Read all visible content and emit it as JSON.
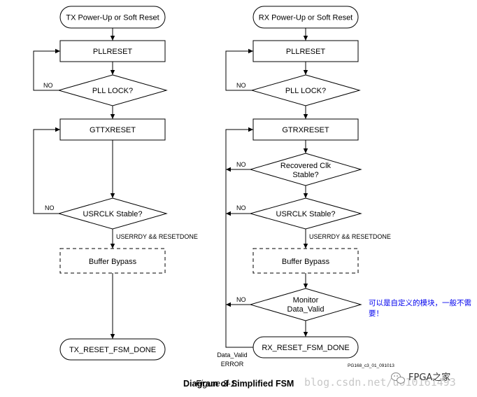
{
  "tx": {
    "start": "TX Power-Up or Soft Reset",
    "pllreset": "PLLRESET",
    "pll_lock": "PLL LOCK?",
    "gttxreset": "GTTXRESET",
    "usrclk_stable": "USRCLK Stable?",
    "cond": "USERRDY && RESETDONE",
    "bypass": "Buffer Bypass",
    "done": "TX_RESET_FSM_DONE",
    "no_1": "NO",
    "no_2": "NO"
  },
  "rx": {
    "start": "RX Power-Up or Soft Reset",
    "pllreset": "PLLRESET",
    "pll_lock": "PLL LOCK?",
    "gtrxreset": "GTRXRESET",
    "recovered_1": "Recovered Clk",
    "recovered_2": "Stable?",
    "usrclk_stable": "USRCLK Stable?",
    "cond": "USERRDY && RESETDONE",
    "bypass": "Buffer Bypass",
    "monitor_1": "Monitor",
    "monitor_2": "Data_Valid",
    "done": "RX_RESET_FSM_DONE",
    "error_1": "Data_Valid",
    "error_2": "ERROR",
    "no_1": "NO",
    "no_2": "NO",
    "no_3": "NO",
    "no_4": "NO"
  },
  "annotation": {
    "line1": "可以是自定义的模块，一般不需",
    "line2": "要！"
  },
  "figure_id": "PG168_c3_01_091013",
  "caption": {
    "label": "Figure 3-1:",
    "title": "Diagram of Simplified FSM"
  },
  "watermark": "blog.csdn.net/u010161493",
  "logo_text": "FPGA之家"
}
